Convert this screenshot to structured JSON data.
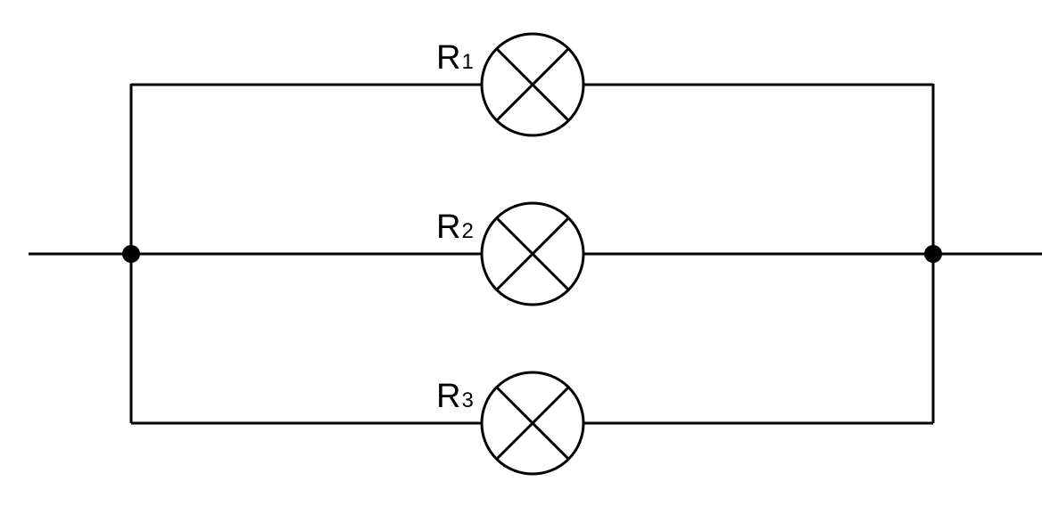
{
  "diagram": {
    "lamps": [
      {
        "label": "R",
        "subscript": "1"
      },
      {
        "label": "R",
        "subscript": "2"
      },
      {
        "label": "R",
        "subscript": "3"
      }
    ]
  }
}
